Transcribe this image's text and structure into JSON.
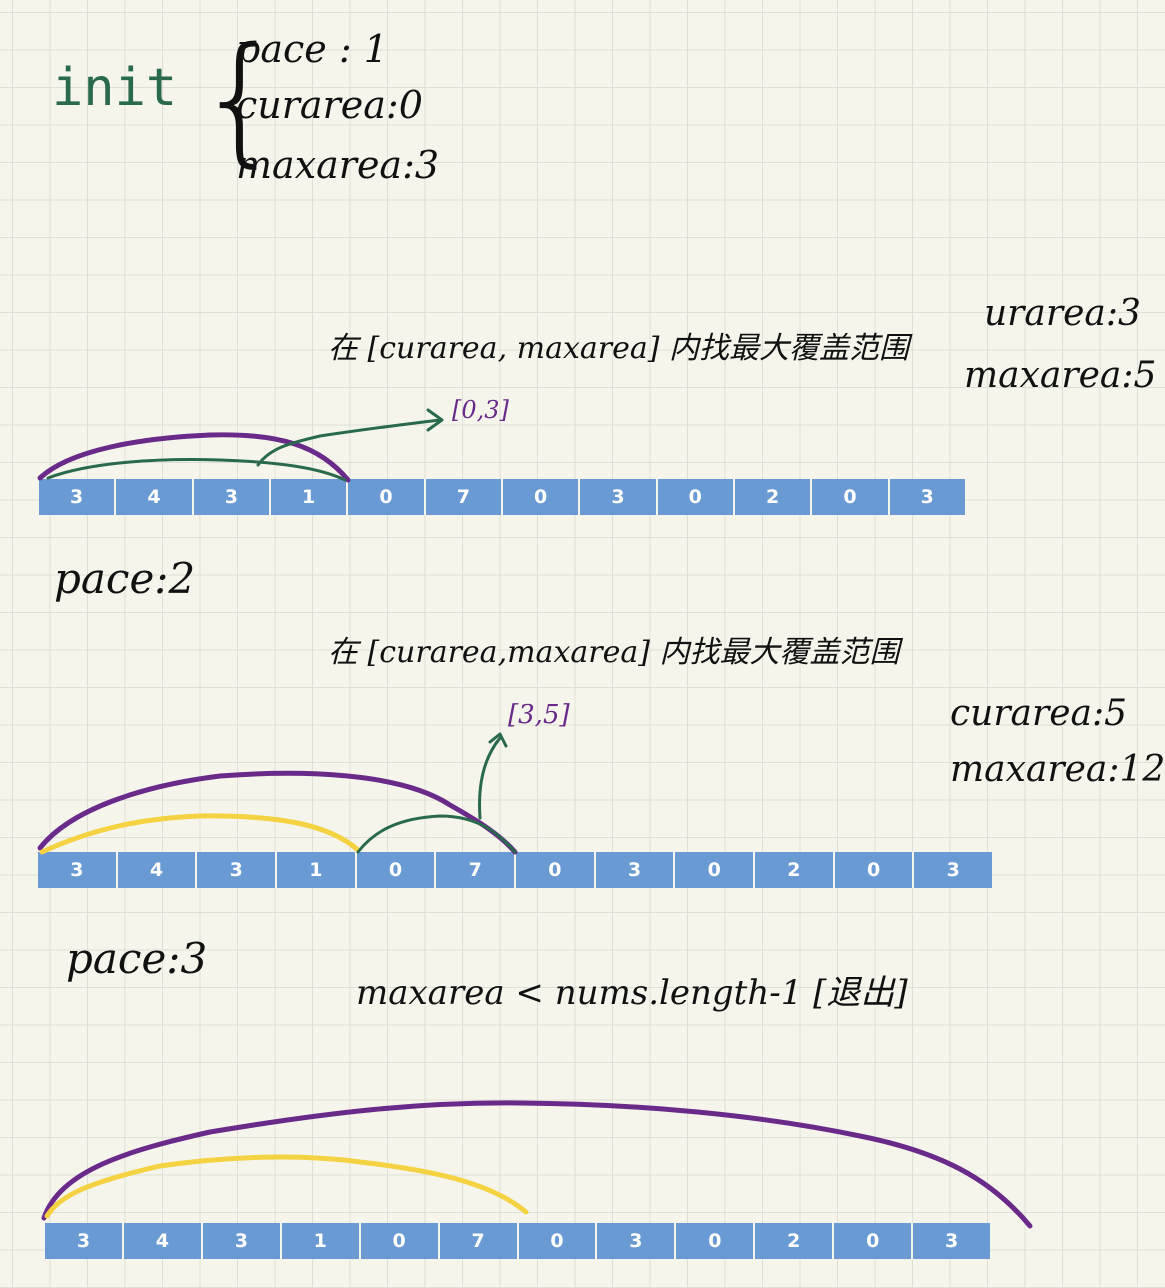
{
  "init": {
    "label": "init",
    "lines": [
      "pace : 1",
      "curarea:0",
      "maxarea:3"
    ]
  },
  "step1": {
    "note": "在 [curarea, maxarea] 内找最大覆盖范围",
    "range": "[0,3]",
    "status": [
      "urarea:3",
      "maxarea:5"
    ],
    "cells": [
      "3",
      "4",
      "3",
      "1",
      "0",
      "7",
      "0",
      "3",
      "0",
      "2",
      "0",
      "3"
    ]
  },
  "step2": {
    "pace": "pace:2",
    "note": "在 [curarea,maxarea] 内找最大覆盖范围",
    "range": "[3,5]",
    "status": [
      "curarea:5",
      "maxarea:12"
    ],
    "cells": [
      "3",
      "4",
      "3",
      "1",
      "0",
      "7",
      "0",
      "3",
      "0",
      "2",
      "0",
      "3"
    ]
  },
  "step3": {
    "pace": "pace:3",
    "note": "maxarea < nums.length-1 [退出]",
    "cells": [
      "3",
      "4",
      "3",
      "1",
      "0",
      "7",
      "0",
      "3",
      "0",
      "2",
      "0",
      "3"
    ]
  },
  "colors": {
    "cell": "#6a9ad4",
    "purple": "#6a2a8a",
    "green": "#2a6a4c",
    "yellow": "#f4d242"
  }
}
